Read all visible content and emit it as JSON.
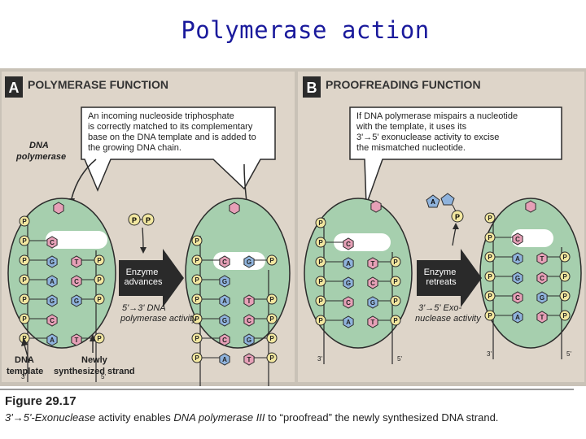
{
  "slide_title": "Polymerase action",
  "panel_a": {
    "badge": "A",
    "title": "POLYMERASE FUNCTION",
    "callout": [
      "An incoming nucleoside triphosphate",
      "is correctly matched to its complementary",
      "base on the DNA template and is added to",
      "the growing DNA chain."
    ],
    "dna_polymerase_label": [
      "DNA",
      "polymerase"
    ],
    "arrow_label": [
      "Enzyme",
      "advances"
    ],
    "activity": [
      "5'→3' DNA",
      "polymerase activity"
    ],
    "template_label": [
      "DNA",
      "template"
    ],
    "new_strand_label": [
      "Newly",
      "synthesized strand"
    ]
  },
  "panel_b": {
    "badge": "B",
    "title": "PROOFREADING FUNCTION",
    "callout": [
      "If DNA polymerase mispairs a nucleotide",
      "with the template, it uses its",
      "3'→5' exonuclease activity to excise",
      "the mismatched nucleotide."
    ],
    "arrow_label": [
      "Enzyme",
      "retreats"
    ],
    "activity": [
      "3'→5' Exo-",
      "nuclease activity"
    ]
  },
  "strand_marks": {
    "three_prime": "3'",
    "five_prime": "5'"
  },
  "phosphate": "P",
  "bases": {
    "left_enzyme": [
      "C",
      "G",
      "A",
      "G",
      "C",
      "A"
    ],
    "left_enzyme_pairs": [
      "",
      "T",
      "C",
      "G",
      "",
      "T"
    ],
    "right_enzyme": [
      "C",
      "G",
      "A",
      "G",
      "C",
      "A"
    ],
    "right_enzyme_pairs": [
      "G",
      "",
      "T",
      "C",
      "G",
      "T"
    ],
    "proof_left": [
      "C",
      "A",
      "G",
      "C",
      "A"
    ],
    "proof_left_pairs": [
      "",
      "T",
      "C",
      "G",
      "T"
    ],
    "proof_right": [
      "C",
      "A",
      "G",
      "C",
      "A"
    ],
    "proof_right_pairs": [
      "",
      "T",
      "C",
      "G",
      "T"
    ]
  },
  "caption": {
    "figure_number": "Figure 29.17",
    "part1": "3'→5'-Exonuclease",
    "part2": " activity enables ",
    "part3": "DNA polymerase III",
    "part4": " to “proofread” the newly synthesized DNA strand."
  },
  "colors": {
    "enzyme_fill": "#a6cfae",
    "enzyme_stroke": "#2b2b2b",
    "blue_base": "#8fb3dc",
    "pink_base": "#e6a0b7",
    "phosphate_fill": "#f2e7a0",
    "panel_bg": "#ded5c9",
    "arrow_dark": "#2a2a2a",
    "badge_bg": "#2b2b2b"
  }
}
